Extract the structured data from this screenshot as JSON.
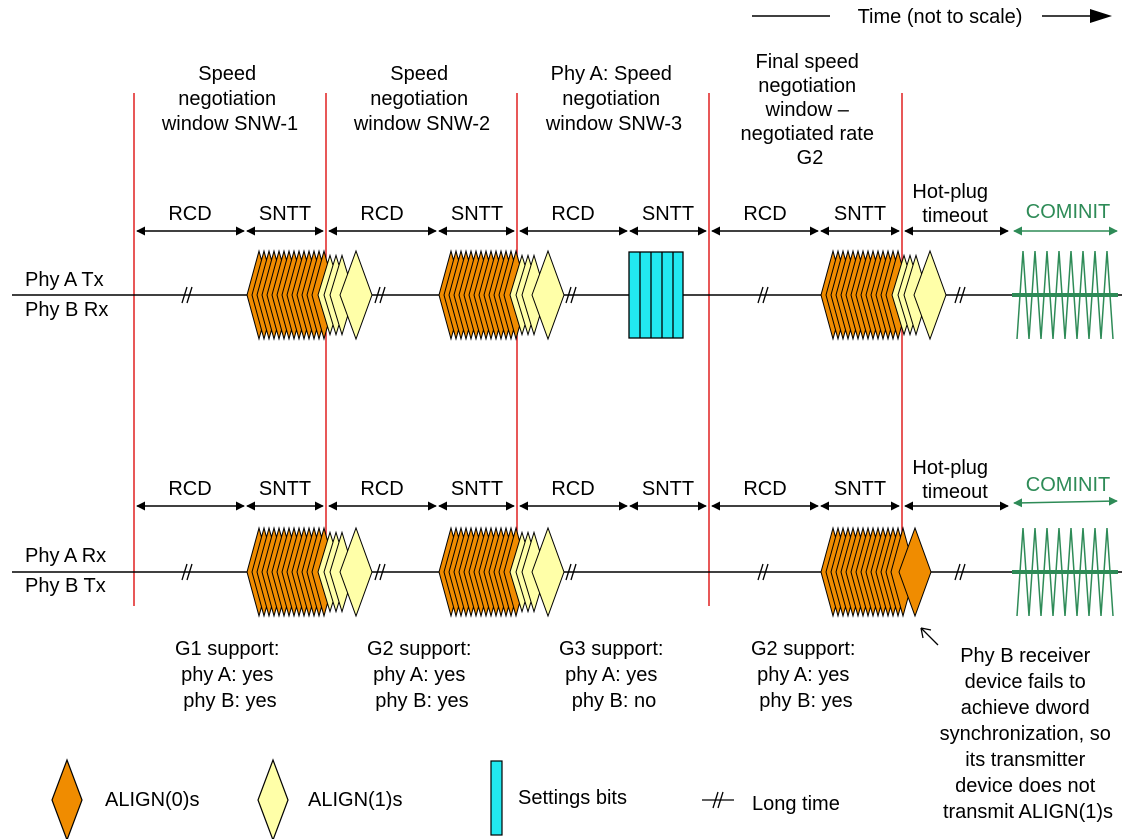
{
  "time_label": "Time (not to scale)",
  "windows": [
    {
      "title": [
        "Speed",
        "negotiation",
        "window SNW-1"
      ]
    },
    {
      "title": [
        "Speed",
        "negotiation",
        "window SNW-2"
      ]
    },
    {
      "title": [
        "Phy A: Speed",
        "negotiation",
        "window SNW-3"
      ]
    },
    {
      "title": [
        "Final speed",
        "negotiation",
        "window –",
        "negotiated rate",
        "G2"
      ]
    }
  ],
  "interval_labels": {
    "rcd": "RCD",
    "sntt": "SNTT",
    "hotplug": [
      "Hot-plug",
      "timeout"
    ],
    "cominit": "COMINIT"
  },
  "rows": [
    {
      "label": [
        "Phy A Tx",
        "Phy B Rx"
      ]
    },
    {
      "label": [
        "Phy A Rx",
        "Phy B Tx"
      ]
    }
  ],
  "support": [
    [
      "G1 support:",
      "phy A: yes",
      "phy B: yes"
    ],
    [
      "G2 support:",
      "phy A: yes",
      "phy B: yes"
    ],
    [
      "G3 support:",
      "phy A: yes",
      "phy B: no"
    ],
    [
      "G2 support:",
      "phy A: yes",
      "phy B: yes"
    ]
  ],
  "note": [
    "Phy B receiver",
    "device fails to",
    "achieve dword",
    "synchronization, so",
    "its transmitter",
    "device does not",
    "transmit ALIGN(1)s"
  ],
  "legend": [
    {
      "symbol": "align0",
      "label": "ALIGN(0)s"
    },
    {
      "symbol": "align1",
      "label": "ALIGN(1)s"
    },
    {
      "symbol": "settings",
      "label": "Settings bits"
    },
    {
      "symbol": "longtime",
      "label": "Long time"
    }
  ],
  "colors": {
    "window_line": "#e02020",
    "align0_fill": "#f08c00",
    "align1_fill": "#ffffa8",
    "settings_fill": "#22e8f0",
    "cominit": "#2e8b57"
  }
}
